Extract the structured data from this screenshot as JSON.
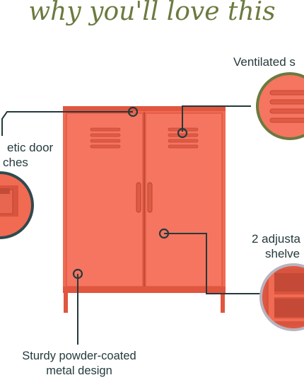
{
  "headline": "why you'll love this",
  "callouts": {
    "ventilated": "Ventilated s",
    "magnetic_line1": "etic door",
    "magnetic_line2": "ches",
    "shelves_line1": "2 adjusta",
    "shelves_line2": "shelve",
    "sturdy_line1": "Sturdy powder-coated",
    "sturdy_line2": "metal design"
  },
  "colors": {
    "cabinet": "#f16a52",
    "cabinet_shadow": "#d9543e",
    "cabinet_dark": "#c44a37",
    "line": "#253a3c",
    "headline": "#6b7a3f",
    "ring_olive": "#6b7a3f",
    "ring_teal": "#2f4a4e",
    "ring_gray": "#b9b3bf"
  }
}
